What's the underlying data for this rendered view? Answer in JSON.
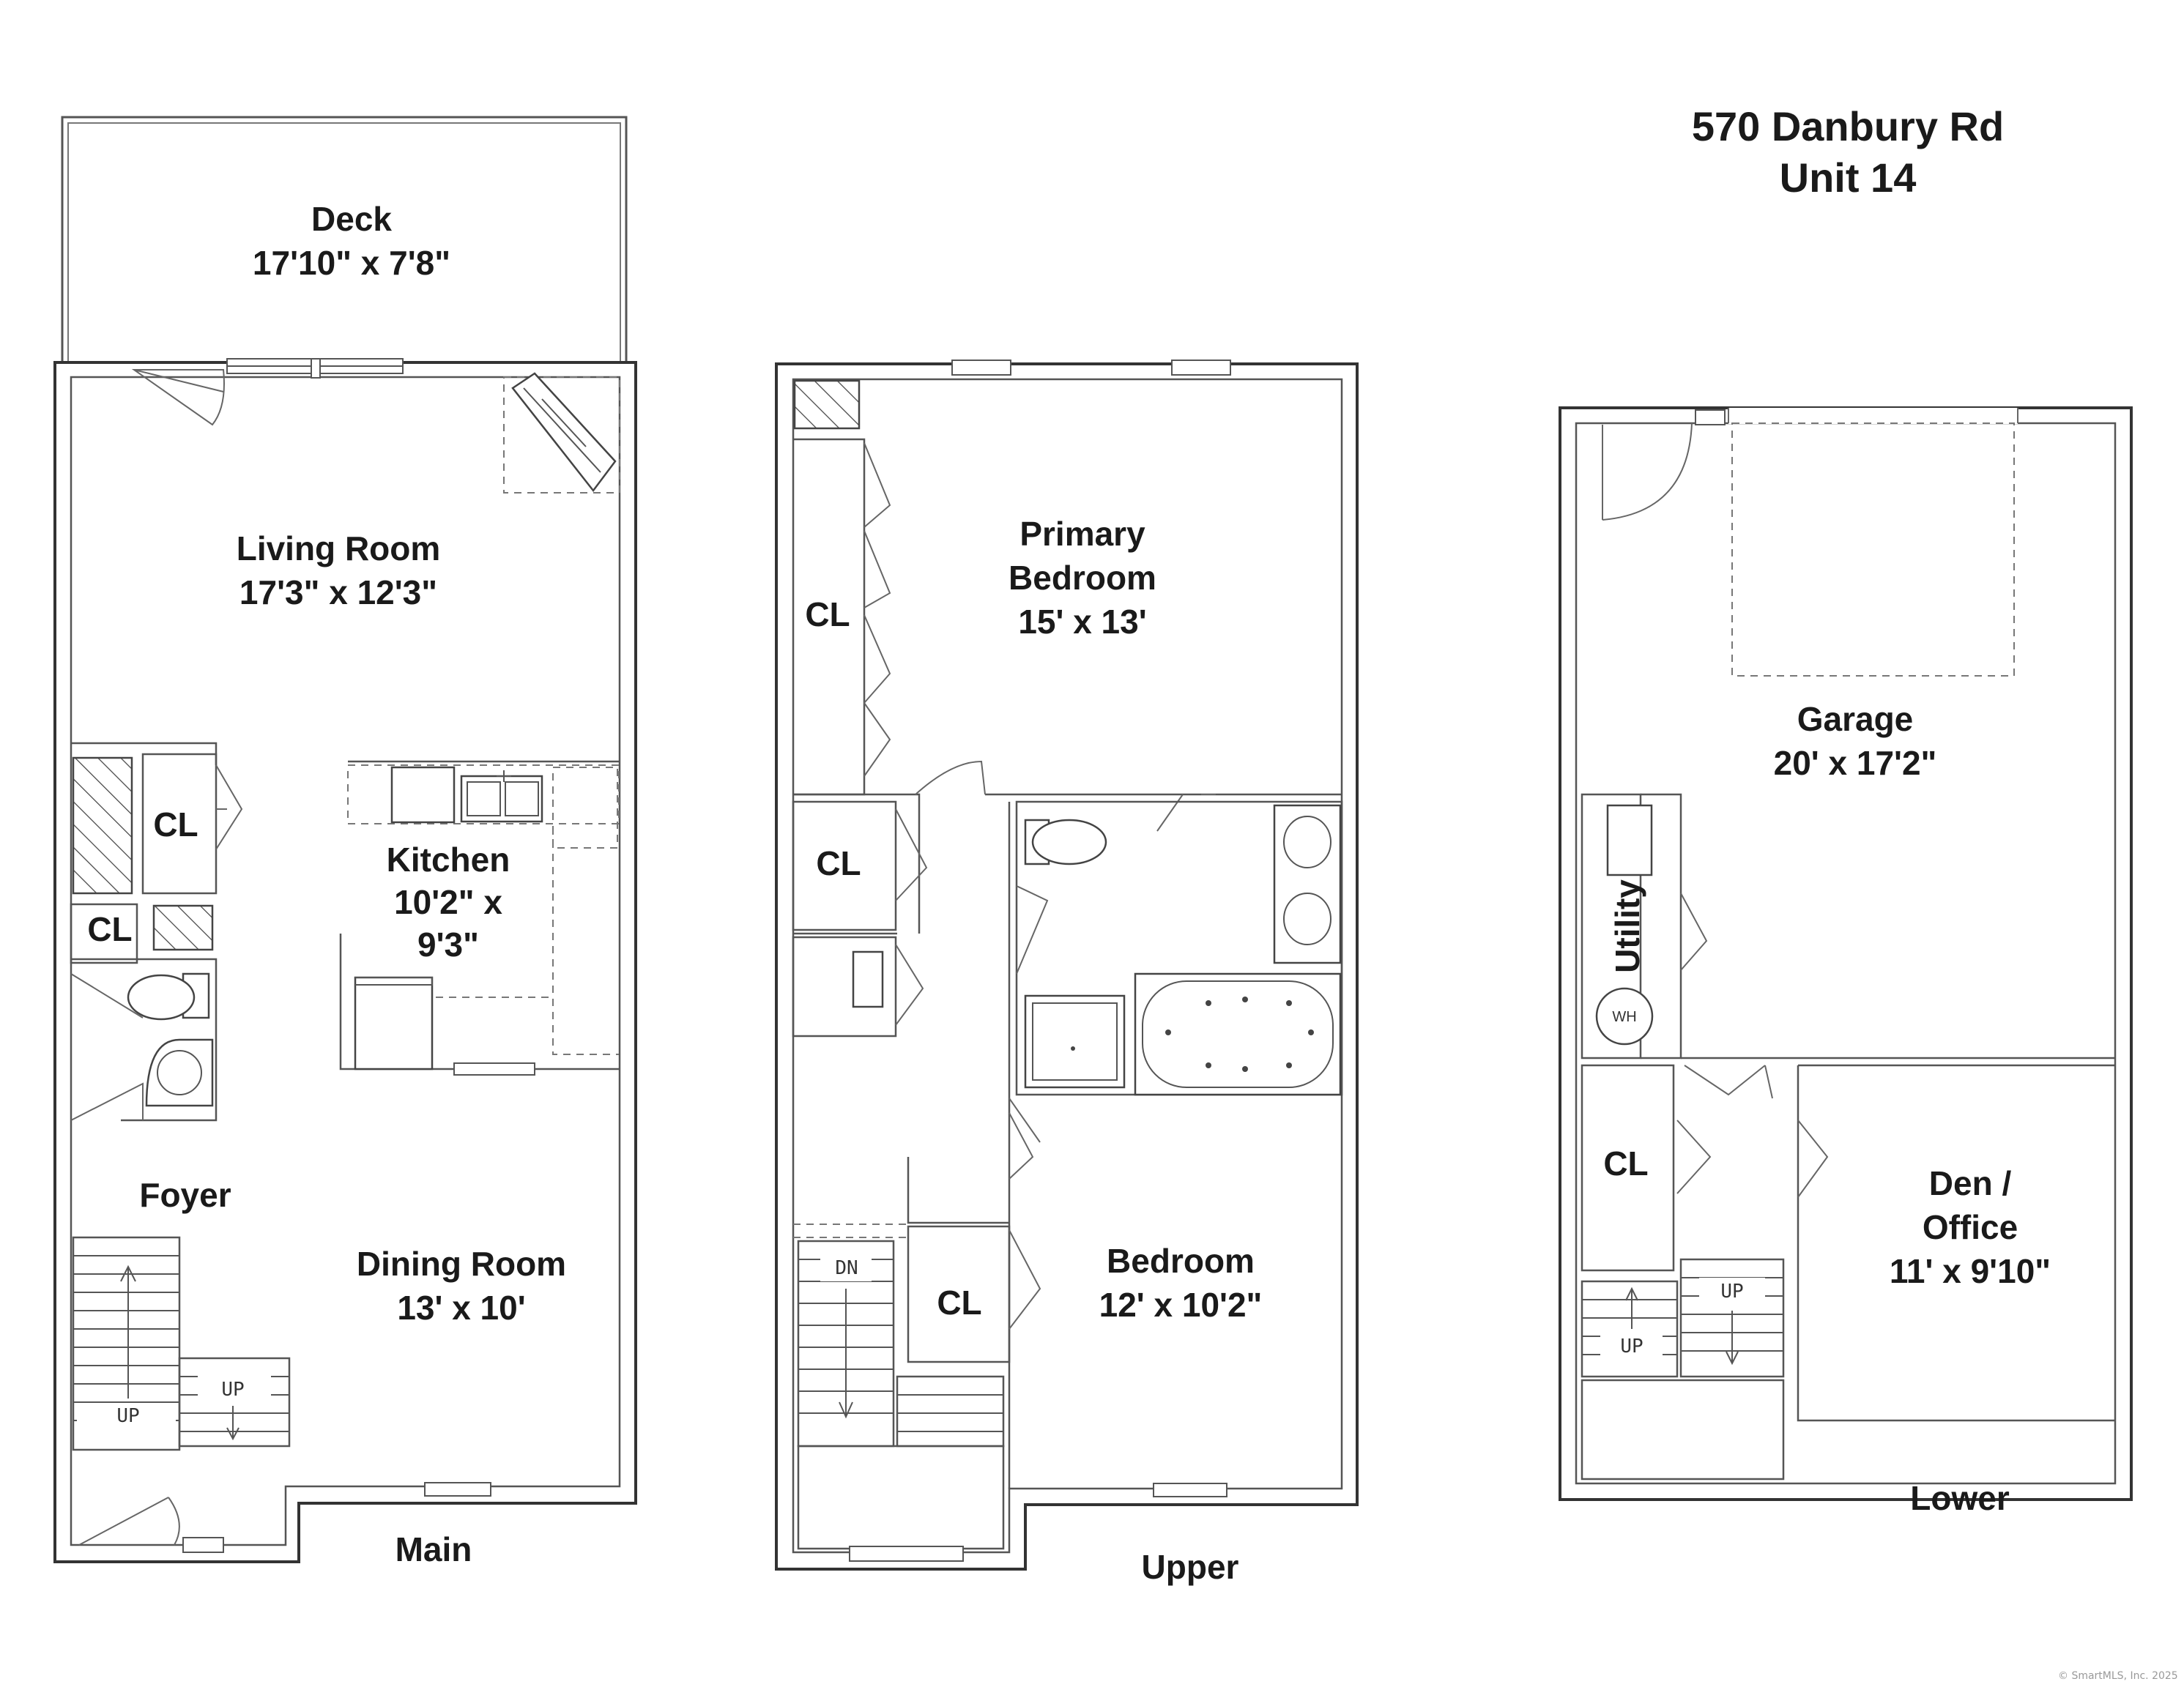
{
  "header": {
    "address": "570 Danbury Rd",
    "unit": "Unit 14"
  },
  "floors": {
    "main": {
      "name": "Main",
      "deck": {
        "name": "Deck",
        "size": "17'10\" x 7'8\""
      },
      "living_room": {
        "name": "Living Room",
        "size": "17'3\" x 12'3\""
      },
      "kitchen": {
        "name": "Kitchen",
        "size_line1": "10'2\" x",
        "size_line2": "9'3\""
      },
      "dining_room": {
        "name": "Dining Room",
        "size": "13' x 10'"
      },
      "foyer": {
        "name": "Foyer"
      },
      "closets": [
        "CL",
        "CL"
      ],
      "stairs": [
        "UP",
        "UP"
      ]
    },
    "upper": {
      "name": "Upper",
      "primary_bedroom": {
        "name_line1": "Primary",
        "name_line2": "Bedroom",
        "size": "15' x 13'"
      },
      "bedroom": {
        "name": "Bedroom",
        "size": "12' x 10'2\""
      },
      "closets": [
        "CL",
        "CL",
        "CL"
      ],
      "stairs": [
        "DN"
      ]
    },
    "lower": {
      "name": "Lower",
      "garage": {
        "name": "Garage",
        "size": "20' x 17'2\""
      },
      "utility": {
        "name": "Utility",
        "water_heater": "WH"
      },
      "den": {
        "name_line1": "Den /",
        "name_line2": "Office",
        "size": "11' x 9'10\""
      },
      "closets": [
        "CL"
      ],
      "stairs": [
        "UP",
        "UP"
      ]
    }
  },
  "copyright": "© SmartMLS, Inc. 2025",
  "icons": [
    "up-arrow-icon",
    "down-arrow-icon",
    "toilet-icon",
    "sink-icon",
    "bathtub-icon",
    "shower-icon",
    "range-icon",
    "fireplace-icon",
    "water-heater-icon",
    "washer-icon"
  ]
}
